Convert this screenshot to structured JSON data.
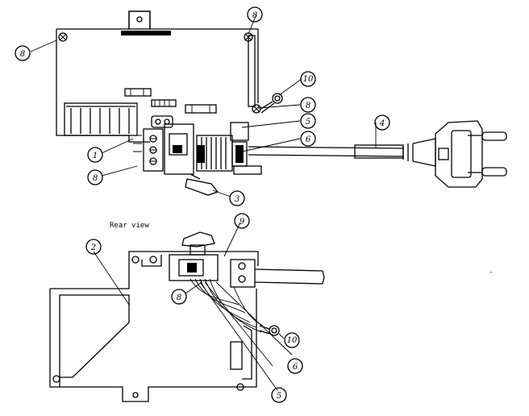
{
  "caption": "Rear view",
  "callouts": {
    "c1": "1",
    "c2": "2",
    "c3": "3",
    "c4": "4",
    "c5a": "5",
    "c5b": "5",
    "c6a": "6",
    "c6b": "6",
    "c8a": "8",
    "c8b": "8",
    "c8c": "8",
    "c8d": "8",
    "c8e": "8",
    "c9": "9",
    "c10a": "10",
    "c10b": "10"
  },
  "stray_mark": "-"
}
